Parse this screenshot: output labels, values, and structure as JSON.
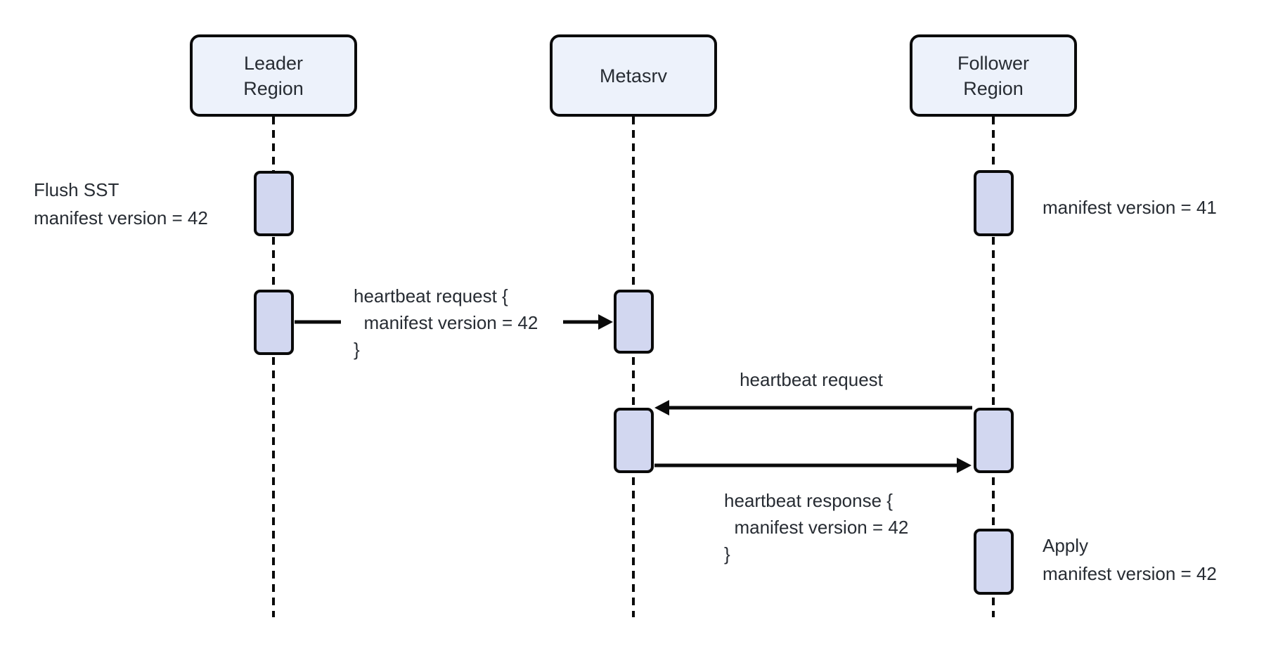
{
  "diagram": {
    "participants": [
      {
        "id": "leader",
        "label": "Leader\nRegion"
      },
      {
        "id": "metasrv",
        "label": "Metasrv"
      },
      {
        "id": "follower",
        "label": "Follower\nRegion"
      }
    ],
    "side_notes": {
      "flush_sst": "Flush SST\nmanifest version = 42",
      "manifest_41": "manifest version = 41",
      "apply": "Apply\nmanifest version = 42"
    },
    "messages": {
      "heartbeat_request_payload": "heartbeat request {\n  manifest version = 42\n}",
      "heartbeat_request": "heartbeat request",
      "heartbeat_response_payload": "heartbeat response {\n  manifest version = 42\n}"
    },
    "colors": {
      "activation_fill": "#d2d7f0",
      "participant_fill": "#edf2fb",
      "line": "#0a0a0a",
      "text": "#272c33"
    }
  }
}
